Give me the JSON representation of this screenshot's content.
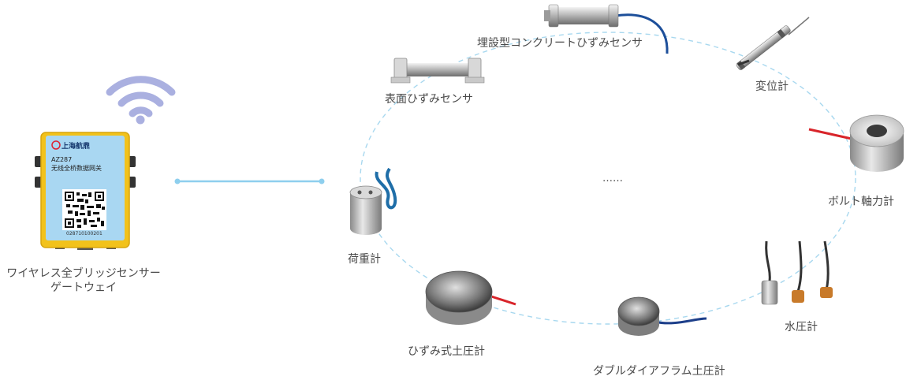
{
  "gateway": {
    "label_line1": "ワイヤレス全ブリッジセンサー",
    "label_line2": "ゲートウェイ",
    "brand": "上海航鼎",
    "model": "AZ287",
    "product_name": "无线全桥数据网关",
    "serial": "028710100201"
  },
  "center_text": "……",
  "sensors": [
    {
      "label": "埋設型コンクリートひずみセンサ"
    },
    {
      "label": "変位計"
    },
    {
      "label": "表面ひずみセンサ"
    },
    {
      "label": "ボルト軸力計"
    },
    {
      "label": "荷重計"
    },
    {
      "label": "水圧計"
    },
    {
      "label": "ひずみ式土圧計"
    },
    {
      "label": "ダブルダイアフラム土圧計"
    }
  ],
  "colors": {
    "wifi": "#aab0e0",
    "link_line": "#8ecfee",
    "orbit": "#a8d8ef",
    "gateway_body": "#f2c21b",
    "gateway_face": "#a9d7f2"
  }
}
